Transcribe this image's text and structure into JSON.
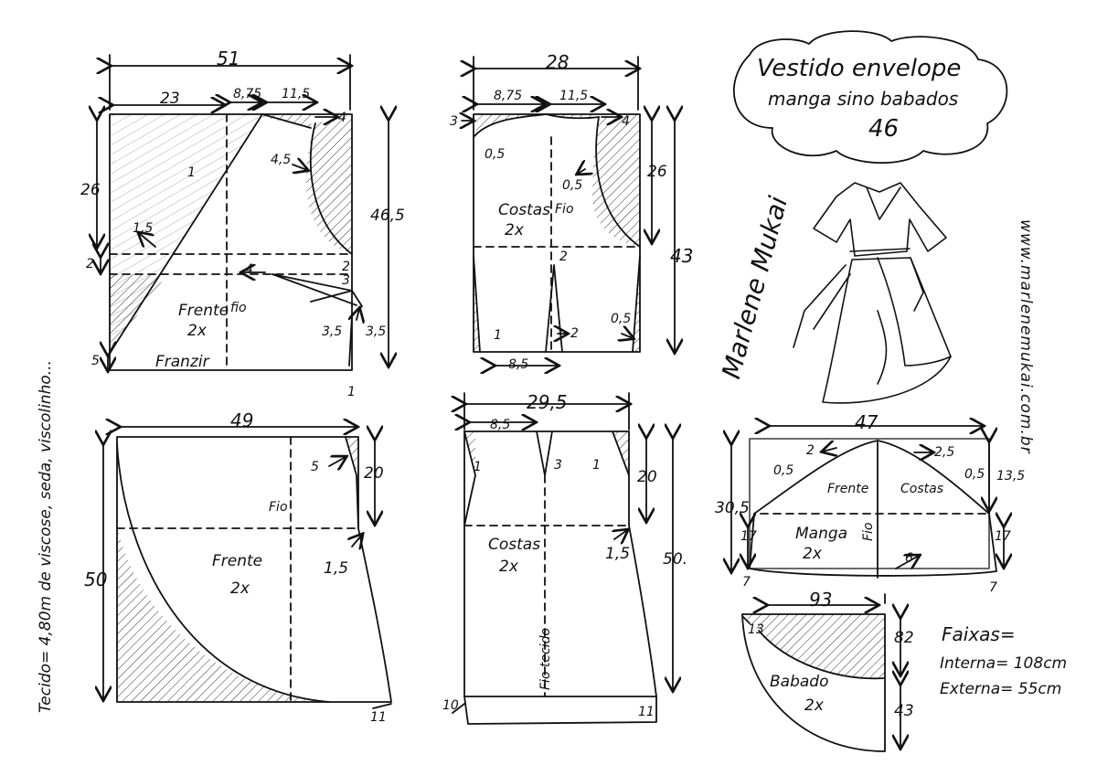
{
  "title": {
    "line1": "Vestido envelope",
    "line2": "manga sino babados",
    "size": "46"
  },
  "signature": "Marlene Mukai",
  "website": "www.marlenemukai.com.br",
  "fabric": "Tecido= 4,80m de viscose, seda, viscolinho...",
  "bands": {
    "label": "Faixas=",
    "internal": "Interna= 108cm",
    "external": "Externa= 55cm"
  },
  "front_bodice": {
    "width": "51",
    "seg_a": "23",
    "seg_b": "8,75",
    "seg_c": "11,5",
    "right_ext": "4",
    "height": "26",
    "small_h": "2",
    "total_h": "46,5",
    "neck_drop": "4,5",
    "mark_1": "1",
    "mark_15": "1,5",
    "mark_4": "4",
    "mark_2": "2",
    "mark_3": "3",
    "dart_35a": "3,5",
    "dart_35b": "3,5",
    "mark_5": "5",
    "mark_1b": "1",
    "label": "Frente",
    "count": "2x",
    "grain": "fio",
    "gather": "Franzir"
  },
  "back_bodice": {
    "width": "28",
    "seg_a": "8,75",
    "seg_b": "11,5",
    "left_ext": "3",
    "right_ext": "4",
    "neck": "0,5",
    "arm": "0,5",
    "height": "26",
    "total_h": "43",
    "label": "Costas",
    "count": "2x",
    "grain": "Fio",
    "dart_top": "2",
    "dart_bottom": "2",
    "mark_1": "1",
    "side": "0,5",
    "dart_w": "8,5"
  },
  "front_skirt": {
    "width": "49",
    "height": "50",
    "mark_5": "5",
    "top_h": "20",
    "mark_15": "1,5",
    "label": "Frente",
    "count": "2x",
    "grain": "Fio",
    "hem": "11"
  },
  "back_skirt": {
    "width": "29,5",
    "seg": "8,5",
    "mark_1a": "1",
    "mark_3": "3",
    "mark_1b": "1",
    "top_h": "20",
    "mark_15": "1,5",
    "height": "50.",
    "label": "Costas",
    "count": "2x",
    "grain": "Fio tecido",
    "hem_l": "10",
    "hem_r": "11"
  },
  "sleeve": {
    "width": "47",
    "height": "30,5",
    "side_h": "13,5",
    "mark_2": "2",
    "mark_25": "2,5",
    "left_05": "0,5",
    "right_05": "0,5",
    "front_label": "Frente",
    "back_label": "Costas",
    "label": "Manga",
    "count": "2x",
    "grain": "Fio",
    "left_17": "17",
    "right_17": "17",
    "mark_6": "6",
    "left_7": "7",
    "right_7": "7"
  },
  "ruffle": {
    "width": "93",
    "mark_13": "13",
    "h_82": "82",
    "h_43": "43",
    "label": "Babado",
    "count": "2x"
  }
}
